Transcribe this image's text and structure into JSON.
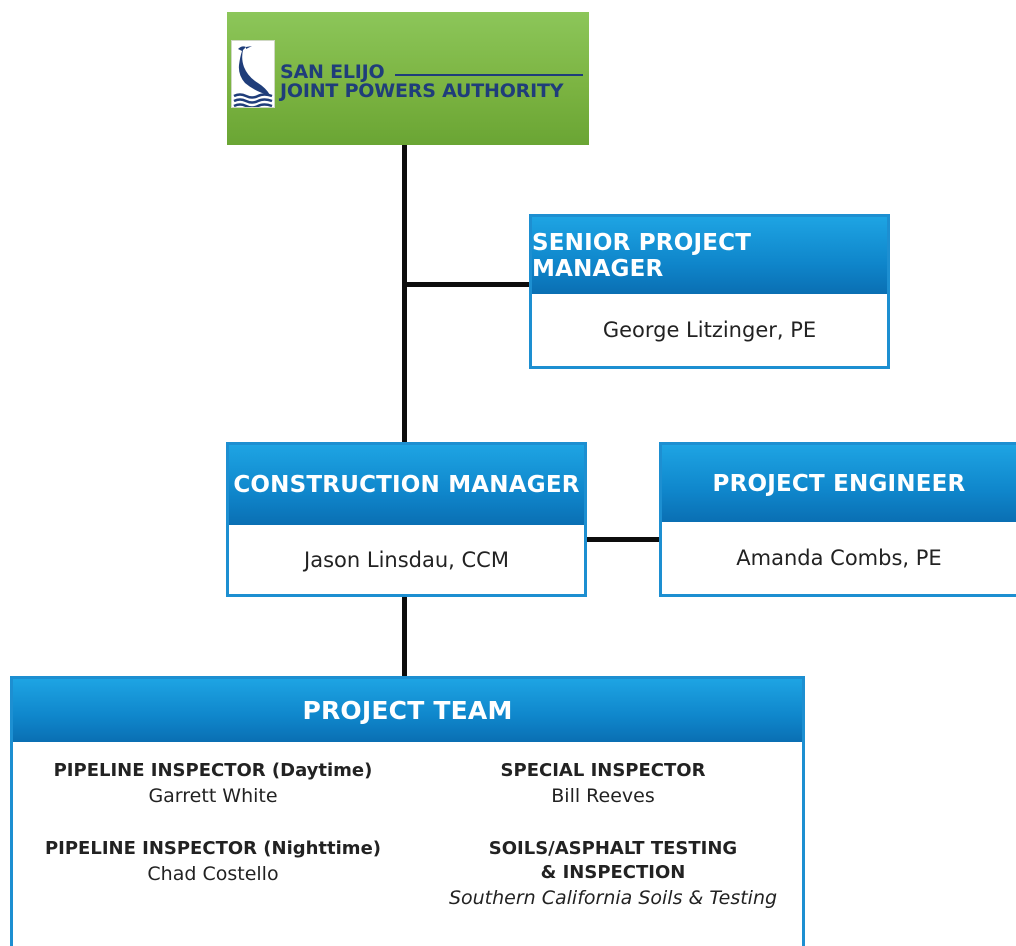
{
  "logo": {
    "line1": "SAN ELIJO",
    "line2": "JOINT POWERS AUTHORITY",
    "emblem_icon": "heron-icon",
    "bg_color": "#7cb442",
    "text_color": "#1f3d7a"
  },
  "roles": {
    "senior_pm": {
      "title": "SENIOR PROJECT MANAGER",
      "name": "George Litzinger, PE"
    },
    "construction_manager": {
      "title": "CONSTRUCTION MANAGER",
      "name": "Jason Linsdau, CCM"
    },
    "project_engineer": {
      "title": "PROJECT ENGINEER",
      "name": "Amanda Combs, PE"
    }
  },
  "team": {
    "title": "PROJECT TEAM",
    "members": [
      {
        "title": "PIPELINE INSPECTOR (Daytime)",
        "name": "Garrett White"
      },
      {
        "title": "SPECIAL INSPECTOR",
        "name": "Bill Reeves"
      },
      {
        "title": "PIPELINE INSPECTOR (Nighttime)",
        "name": "Chad Costello"
      },
      {
        "title_line1": "SOILS/ASPHALT TESTING",
        "title_line2": "& INSPECTION",
        "name": "Southern California Soils & Testing"
      }
    ]
  },
  "colors": {
    "header_blue": "#0f86cb",
    "border_blue": "#1d8fd1",
    "connector": "#0d0d0d"
  }
}
